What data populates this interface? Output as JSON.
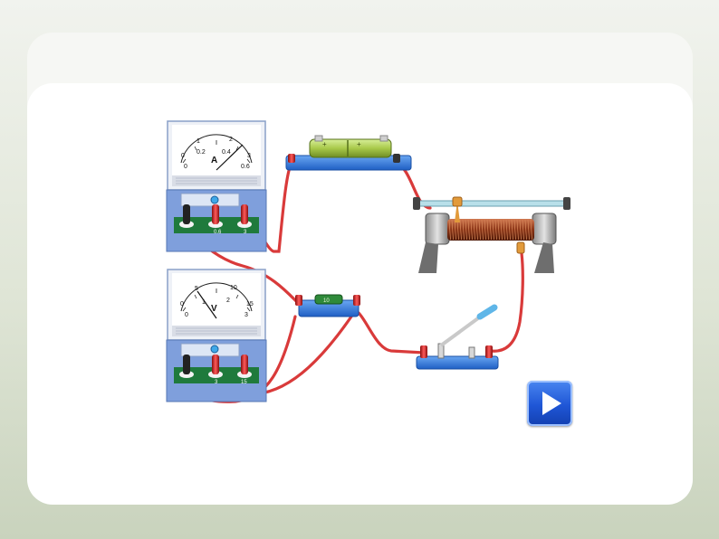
{
  "ammeter": {
    "unit": "A",
    "outer_scale": [
      "0",
      "1",
      "2",
      "3"
    ],
    "inner_scale": [
      "0",
      "0.2",
      "0.4",
      "0.6"
    ],
    "terminals": [
      "−",
      "0.6",
      "3"
    ]
  },
  "voltmeter": {
    "unit": "V",
    "outer_scale": [
      "0",
      "5",
      "10",
      "15"
    ],
    "inner_scale": [
      "0",
      "1",
      "2",
      "3"
    ],
    "terminals": [
      "−",
      "3",
      "15"
    ]
  },
  "components": {
    "battery_mark": "+",
    "resistor_label": "10"
  },
  "colors": {
    "wire": "#d93a3a",
    "meter_body": "#7f9fdc",
    "terminal_board": "#1f7a3c",
    "base": "#2b6fd1",
    "play_button": "#1f56d6"
  },
  "controls": {
    "play_icon": "play-icon"
  }
}
